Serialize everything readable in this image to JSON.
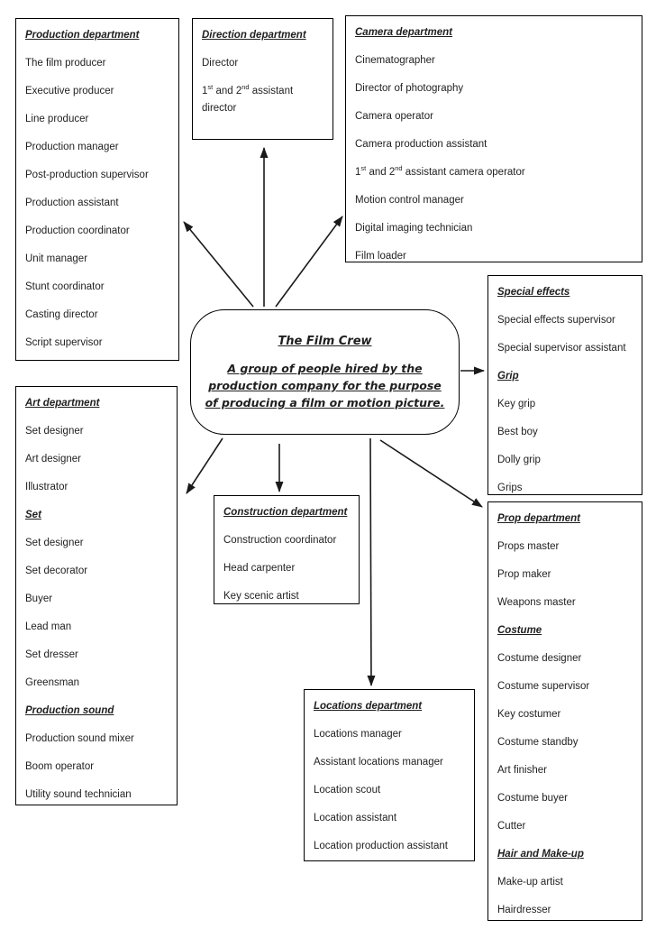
{
  "diagram": {
    "colors": {
      "background": "#ffffff",
      "text": "#1f1f1f",
      "border": "#000000",
      "arrow": "#1a1a1a"
    },
    "center": {
      "title": "The Film Crew",
      "description": "A group of people hired by the production company for the purpose of producing a film or motion picture."
    },
    "boxes": [
      {
        "id": "production-department",
        "sections": [
          {
            "heading": "Production department",
            "items": [
              "The film producer",
              "Executive producer",
              "Line producer",
              "Production manager",
              "Post-production supervisor",
              "Production assistant",
              "Production coordinator",
              "Unit manager",
              "Stunt coordinator",
              "Casting director",
              "Script supervisor"
            ]
          }
        ]
      },
      {
        "id": "direction-department",
        "sections": [
          {
            "heading": "Direction department",
            "items": [
              "Director",
              "1st and 2nd assistant director"
            ]
          }
        ]
      },
      {
        "id": "camera-department",
        "sections": [
          {
            "heading": "Camera department",
            "items": [
              "Cinematographer",
              "Director of photography",
              "Camera operator",
              "Camera production assistant",
              "1st and 2nd assistant camera operator",
              "Motion control manager",
              "Digital imaging technician",
              "Film loader"
            ]
          }
        ]
      },
      {
        "id": "special-effects-grip",
        "sections": [
          {
            "heading": "Special effects",
            "items": [
              "Special effects supervisor",
              "Special supervisor assistant"
            ]
          },
          {
            "heading": "Grip",
            "items": [
              "Key grip",
              "Best boy",
              "Dolly grip",
              "Grips"
            ]
          }
        ]
      },
      {
        "id": "art-department",
        "sections": [
          {
            "heading": "Art department",
            "items": [
              "Set designer",
              "Art designer",
              "Illustrator"
            ]
          },
          {
            "heading": "Set",
            "items": [
              "Set designer",
              "Set decorator",
              "Buyer",
              "Lead man",
              "Set dresser",
              "Greensman"
            ]
          },
          {
            "heading": "Production sound",
            "items": [
              "Production sound mixer",
              "Boom operator",
              "Utility sound technician"
            ]
          }
        ]
      },
      {
        "id": "construction-department",
        "sections": [
          {
            "heading": "Construction department",
            "items": [
              "Construction coordinator",
              "Head carpenter",
              "Key scenic artist"
            ]
          }
        ]
      },
      {
        "id": "locations-department",
        "sections": [
          {
            "heading": "Locations department",
            "items": [
              "Locations manager",
              "Assistant locations manager",
              "Location scout",
              "Location assistant",
              "Location production assistant"
            ]
          }
        ]
      },
      {
        "id": "prop-department",
        "sections": [
          {
            "heading": "Prop department",
            "items": [
              "Props master",
              "Prop maker",
              "Weapons master"
            ]
          },
          {
            "heading": "Costume",
            "items": [
              "Costume designer",
              "Costume supervisor",
              "Key costumer",
              "Costume standby",
              "Art finisher",
              "Costume buyer",
              "Cutter"
            ]
          },
          {
            "heading": "Hair and Make-up",
            "items": [
              "Make-up artist",
              "Hairdresser"
            ]
          }
        ]
      }
    ],
    "connections": [
      {
        "from": "film-crew-center",
        "to": "production-department"
      },
      {
        "from": "film-crew-center",
        "to": "direction-department"
      },
      {
        "from": "film-crew-center",
        "to": "camera-department"
      },
      {
        "from": "film-crew-center",
        "to": "special-effects-grip"
      },
      {
        "from": "film-crew-center",
        "to": "art-department"
      },
      {
        "from": "film-crew-center",
        "to": "construction-department"
      },
      {
        "from": "film-crew-center",
        "to": "locations-department"
      },
      {
        "from": "film-crew-center",
        "to": "prop-department"
      }
    ]
  }
}
